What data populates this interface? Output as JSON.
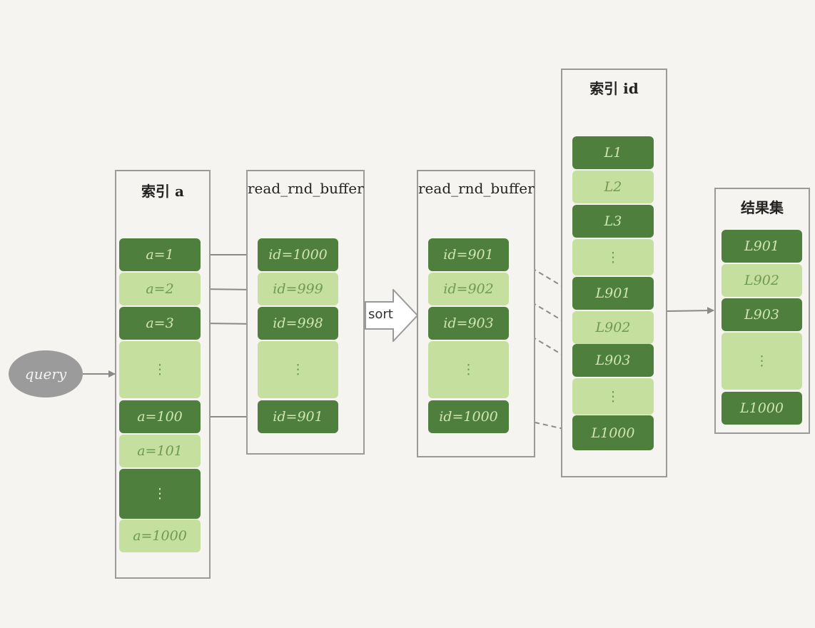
{
  "query": {
    "label": "query"
  },
  "sort": {
    "label": "sort"
  },
  "panels": {
    "index_a": {
      "title": "索引 a",
      "items": [
        {
          "label": "a=1",
          "tone": "dark"
        },
        {
          "label": "a=2",
          "tone": "light"
        },
        {
          "label": "a=3",
          "tone": "dark"
        },
        {
          "label": "⋮",
          "tone": "light"
        },
        {
          "label": "a=100",
          "tone": "dark"
        },
        {
          "label": "a=101",
          "tone": "light"
        },
        {
          "label": "⋮",
          "tone": "dark"
        },
        {
          "label": "a=1000",
          "tone": "light"
        }
      ]
    },
    "buffer1": {
      "title": "read_rnd_buffer",
      "items": [
        {
          "label": "id=1000",
          "tone": "dark"
        },
        {
          "label": "id=999",
          "tone": "light"
        },
        {
          "label": "id=998",
          "tone": "dark"
        },
        {
          "label": "⋮",
          "tone": "light"
        },
        {
          "label": "id=901",
          "tone": "dark"
        }
      ]
    },
    "buffer2": {
      "title": "read_rnd_buffer",
      "items": [
        {
          "label": "id=901",
          "tone": "dark"
        },
        {
          "label": "id=902",
          "tone": "light"
        },
        {
          "label": "id=903",
          "tone": "dark"
        },
        {
          "label": "⋮",
          "tone": "light"
        },
        {
          "label": "id=1000",
          "tone": "dark"
        }
      ]
    },
    "index_id": {
      "title": "索引 id",
      "items": [
        {
          "label": "L1",
          "tone": "dark"
        },
        {
          "label": "L2",
          "tone": "light"
        },
        {
          "label": "L3",
          "tone": "dark"
        },
        {
          "label": "⋮",
          "tone": "light"
        },
        {
          "label": "L901",
          "tone": "dark"
        },
        {
          "label": "L902",
          "tone": "light"
        },
        {
          "label": "L903",
          "tone": "dark"
        },
        {
          "label": "⋮",
          "tone": "light"
        },
        {
          "label": "L1000",
          "tone": "dark"
        }
      ]
    },
    "result": {
      "title": "结果集",
      "items": [
        {
          "label": "L901",
          "tone": "dark"
        },
        {
          "label": "L902",
          "tone": "light"
        },
        {
          "label": "L903",
          "tone": "dark"
        },
        {
          "label": "⋮",
          "tone": "light"
        },
        {
          "label": "L1000",
          "tone": "dark"
        }
      ]
    }
  },
  "colors": {
    "dark": "#4f7f3c",
    "light": "#c5df9f",
    "border": "#9a9a9a",
    "arrow": "#8a8a8a"
  }
}
